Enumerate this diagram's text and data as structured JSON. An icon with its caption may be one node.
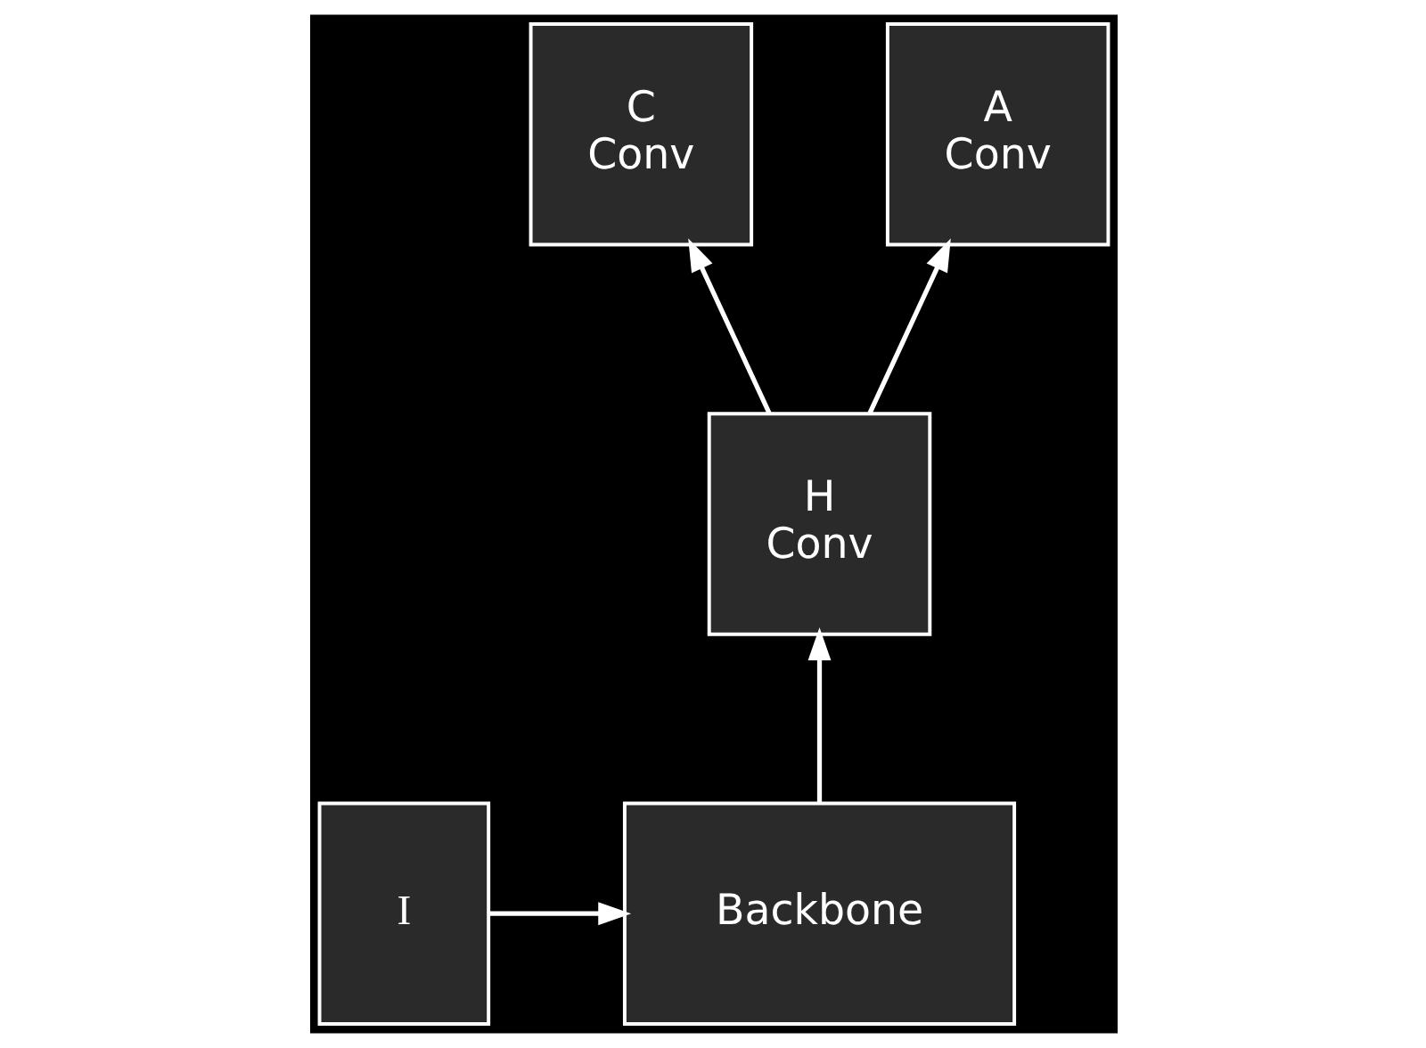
{
  "diagram": {
    "nodes": [
      {
        "text": [
          "I"
        ]
      },
      {
        "text": [
          "Backbone"
        ]
      },
      {
        "text": [
          "H",
          "Conv"
        ]
      },
      {
        "text": [
          "C",
          "Conv"
        ]
      },
      {
        "text": [
          "A",
          "Conv"
        ]
      }
    ],
    "edges": [
      {
        "from": 0,
        "to": 1,
        "arrow": "to"
      },
      {
        "from": 1,
        "to": 2,
        "arrow": "to"
      },
      {
        "from": 2,
        "to": 3,
        "arrow": "to"
      },
      {
        "from": 2,
        "to": 4,
        "arrow": "to"
      }
    ]
  }
}
